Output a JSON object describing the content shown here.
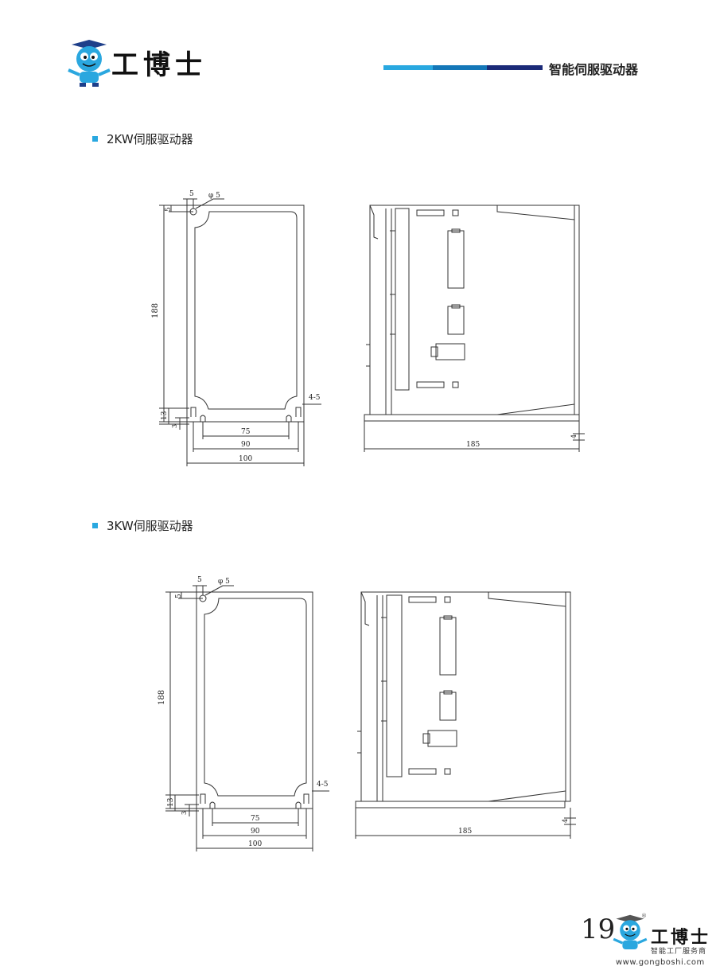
{
  "header": {
    "brand": "工博士",
    "title": "智能伺服驱动器",
    "bar_colors": [
      "#29a8e0",
      "#1477b8",
      "#1b2a78"
    ]
  },
  "sections": [
    {
      "title": "2KW伺服驱动器",
      "dims": {
        "hole_offset_x": "5",
        "hole_dia": "φ 5",
        "hole_offset_y": "5",
        "height": "188",
        "slot": "4-5",
        "bottom_13": "13",
        "bottom_3": "3",
        "w75": "75",
        "w90": "90",
        "w100": "100",
        "depth": "185",
        "foot": "4"
      }
    },
    {
      "title": "3KW伺服驱动器",
      "dims": {
        "hole_offset_x": "5",
        "hole_dia": "φ 5",
        "hole_offset_y": "5",
        "height": "188",
        "slot": "4-5",
        "bottom_13": "13",
        "bottom_3": "3",
        "w75": "75",
        "w90": "90",
        "w100": "100",
        "depth": "185",
        "foot": "4"
      }
    }
  ],
  "footer": {
    "page_number": "19",
    "brand": "工博士",
    "registered": "®",
    "slogan": "智能工厂服务商",
    "url": "www.gongboshi.com"
  },
  "accent_color": "#29a8e0",
  "icons": [
    "mascot-logo-icon",
    "section-bullet-icon"
  ]
}
